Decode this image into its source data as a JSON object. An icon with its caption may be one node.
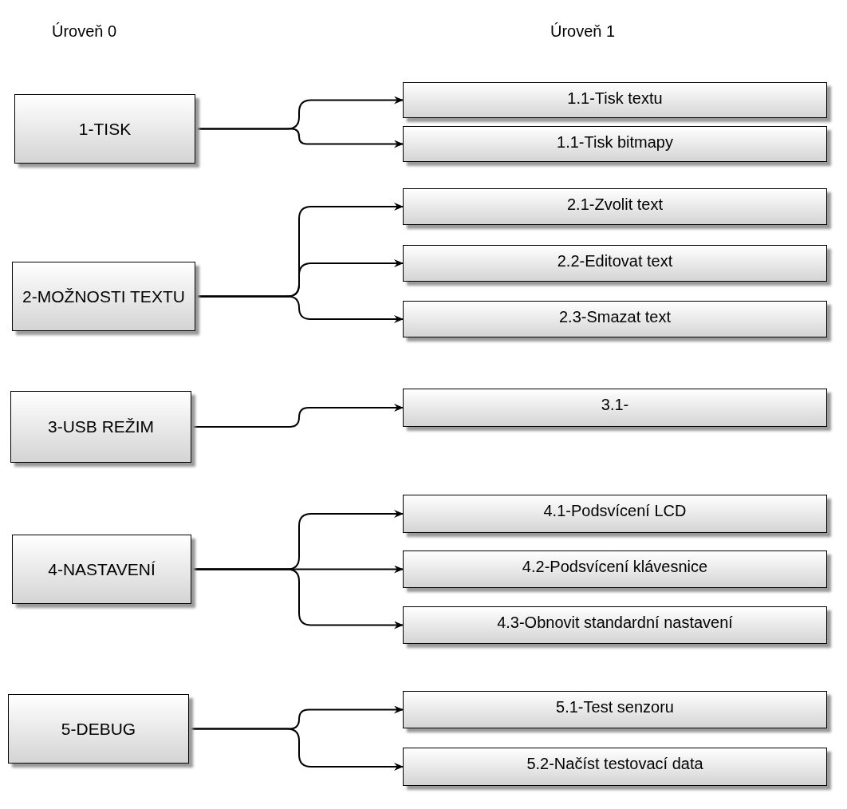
{
  "diagram": {
    "nodes": [
      {
        "text": [
          "1-TISK"
        ]
      },
      {
        "text": [
          "1.1-Tisk textu"
        ]
      },
      {
        "text": [
          "1.1-Tisk bitmapy"
        ]
      },
      {
        "text": [
          "2-MOŽNOSTI TEXTU"
        ]
      },
      {
        "text": [
          "2.1-Zvolit text"
        ]
      },
      {
        "text": [
          "2.2-Editovat text"
        ]
      },
      {
        "text": [
          "2.3-Smazat text"
        ]
      },
      {
        "text": [
          "3-USB REŽIM"
        ]
      },
      {
        "text": [
          "3.1-"
        ]
      },
      {
        "text": [
          "4-NASTAVENÍ"
        ]
      },
      {
        "text": [
          "4.1-Podsvícení  LCD"
        ]
      },
      {
        "text": [
          "4.2-Podsvícení  klávesnice"
        ]
      },
      {
        "text": [
          "4.3-Obnovit standardní nastavení"
        ]
      },
      {
        "text": [
          "5-DEBUG"
        ]
      },
      {
        "text": [
          "5.1-Test senzoru"
        ]
      },
      {
        "text": [
          "5.2-Načíst testovací data"
        ]
      }
    ],
    "edges": [
      {
        "from": 0,
        "to": 1,
        "arrow": "to"
      },
      {
        "from": 0,
        "to": 2,
        "arrow": "to"
      },
      {
        "from": 3,
        "to": 4,
        "arrow": "to"
      },
      {
        "from": 3,
        "to": 5,
        "arrow": "to"
      },
      {
        "from": 3,
        "to": 6,
        "arrow": "to"
      },
      {
        "from": 7,
        "to": 8,
        "arrow": "to"
      },
      {
        "from": 9,
        "to": 10,
        "arrow": "to"
      },
      {
        "from": 9,
        "to": 11,
        "arrow": "to"
      },
      {
        "from": 9,
        "to": 12,
        "arrow": "to"
      },
      {
        "from": 13,
        "to": 14,
        "arrow": "to"
      },
      {
        "from": 13,
        "to": 15,
        "arrow": "to"
      }
    ],
    "labels": [
      "Úroveň 0",
      "Úroveň 1"
    ]
  }
}
